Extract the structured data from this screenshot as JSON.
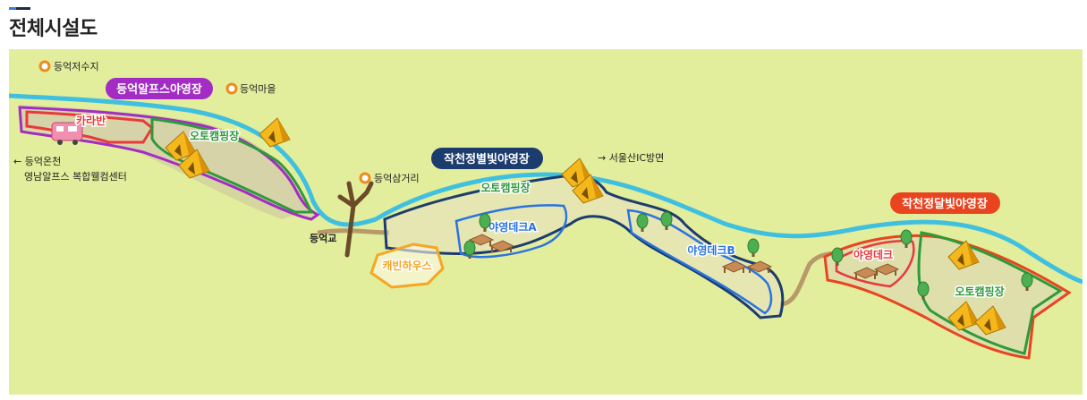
{
  "page": {
    "title": "전체시설도"
  },
  "colors": {
    "background": "#e2ee9c",
    "river": "#3fc0e0",
    "road": "#b89a6a",
    "purple": "#a32cc4",
    "navy": "#1c3c6e",
    "orange_red": "#e8441f",
    "green": "#2e9a3a",
    "orange": "#f5a623",
    "blue_zone": "#2a74e0",
    "red_zone": "#e83a3a"
  },
  "poi": {
    "reservoir": "등억저수지",
    "village": "등억마을",
    "intersection": "등억삼거리",
    "bridge": "등억교",
    "direction_left_1": "← 등억온천",
    "direction_left_2": "영남알프스 복합웰컴센터",
    "direction_right": "→ 서울산IC방면"
  },
  "sites": {
    "alps": {
      "name": "등억알프스야영장",
      "caravan": "카라반",
      "auto_camping": "오토캠핑장"
    },
    "star": {
      "name": "작천정별빛야영장",
      "auto_camping": "오토캠핑장",
      "deck_a": "야영데크A",
      "deck_b": "야영데크B",
      "cabin": "캐빈하우스"
    },
    "moon": {
      "name": "작천정달빛야영장",
      "deck": "야영데크",
      "auto_camping": "오토캠핑장"
    }
  }
}
